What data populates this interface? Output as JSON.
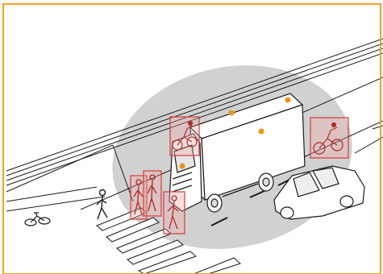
{
  "colors": {
    "frame": "#F0A020",
    "sensor_dot": "#E8941E",
    "detection_box": "#D23C3C",
    "detection_fill": "#F2A6A6",
    "coverage_zone": "#C8C8C8",
    "line_art": "#1A1A1A",
    "background": "#FFFFFF"
  },
  "icons": [
    "truck-icon",
    "car-icon",
    "cyclist-icon",
    "pedestrian-icon",
    "bicycle-road-marking-icon",
    "sensor-dot-icon"
  ],
  "detections": [
    {
      "object": "cyclist"
    },
    {
      "object": "cyclist"
    },
    {
      "object": "pedestrian"
    },
    {
      "object": "pedestrian"
    },
    {
      "object": "pedestrian"
    }
  ],
  "sensors": {
    "count": 4
  },
  "undetected": [
    {
      "object": "pedestrian"
    }
  ]
}
